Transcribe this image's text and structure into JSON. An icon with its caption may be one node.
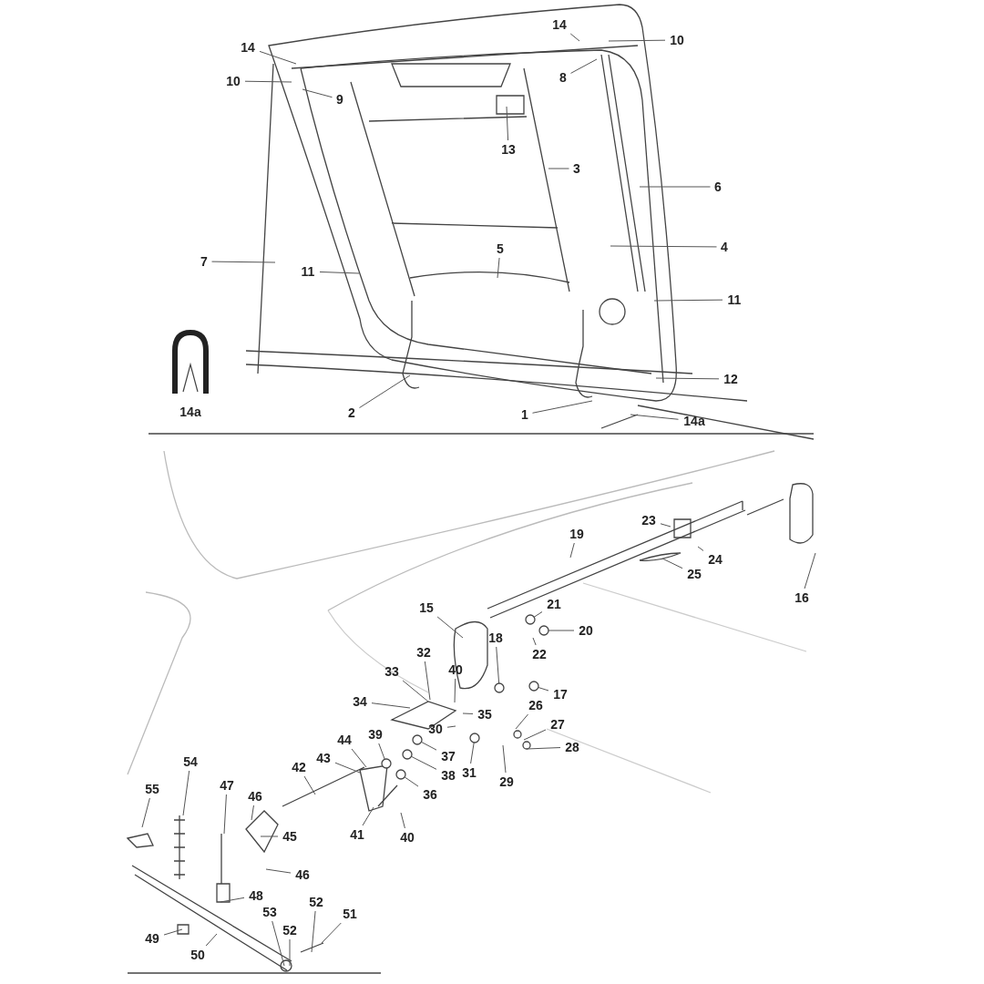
{
  "diagram": {
    "nodes": [
      {
        "text": [
          "14"
        ]
      },
      {
        "text": [
          "14"
        ]
      },
      {
        "text": [
          "10"
        ]
      },
      {
        "text": [
          "8"
        ]
      },
      {
        "text": [
          "10"
        ]
      },
      {
        "text": [
          "9"
        ]
      },
      {
        "text": [
          "13"
        ]
      },
      {
        "text": [
          "3"
        ]
      },
      {
        "text": [
          "6"
        ]
      },
      {
        "text": [
          "4"
        ]
      },
      {
        "text": [
          "5"
        ]
      },
      {
        "text": [
          "7"
        ]
      },
      {
        "text": [
          "11"
        ]
      },
      {
        "text": [
          "11"
        ]
      },
      {
        "text": [
          "12"
        ]
      },
      {
        "text": [
          "2"
        ]
      },
      {
        "text": [
          "1"
        ]
      },
      {
        "text": [
          "14a"
        ]
      },
      {
        "text": [
          "19"
        ]
      },
      {
        "text": [
          "23"
        ]
      },
      {
        "text": [
          "24"
        ]
      },
      {
        "text": [
          "25"
        ]
      },
      {
        "text": [
          "16"
        ]
      },
      {
        "text": [
          "15"
        ]
      },
      {
        "text": [
          "21"
        ]
      },
      {
        "text": [
          "20"
        ]
      },
      {
        "text": [
          "22"
        ]
      },
      {
        "text": [
          "18"
        ]
      },
      {
        "text": [
          "17"
        ]
      },
      {
        "text": [
          "32"
        ]
      },
      {
        "text": [
          "33"
        ]
      },
      {
        "text": [
          "40"
        ]
      },
      {
        "text": [
          "34"
        ]
      },
      {
        "text": [
          "35"
        ]
      },
      {
        "text": [
          "26"
        ]
      },
      {
        "text": [
          "27"
        ]
      },
      {
        "text": [
          "30"
        ]
      },
      {
        "text": [
          "37"
        ]
      },
      {
        "text": [
          "28"
        ]
      },
      {
        "text": [
          "31"
        ]
      },
      {
        "text": [
          "29"
        ]
      },
      {
        "text": [
          "38"
        ]
      },
      {
        "text": [
          "39"
        ]
      },
      {
        "text": [
          "36"
        ]
      },
      {
        "text": [
          "44"
        ]
      },
      {
        "text": [
          "43"
        ]
      },
      {
        "text": [
          "42"
        ]
      },
      {
        "text": [
          "40"
        ]
      },
      {
        "text": [
          "41"
        ]
      },
      {
        "text": [
          "46"
        ]
      },
      {
        "text": [
          "45"
        ]
      },
      {
        "text": [
          "46"
        ]
      },
      {
        "text": [
          "47"
        ]
      },
      {
        "text": [
          "54"
        ]
      },
      {
        "text": [
          "55"
        ]
      },
      {
        "text": [
          "48"
        ]
      },
      {
        "text": [
          "49"
        ]
      },
      {
        "text": [
          "50"
        ]
      },
      {
        "text": [
          "53"
        ]
      },
      {
        "text": [
          "52"
        ]
      },
      {
        "text": [
          "52"
        ]
      },
      {
        "text": [
          "51"
        ]
      },
      {
        "text": [],
        "shape": "circle"
      },
      {
        "text": [],
        "shape": "circle"
      },
      {
        "text": [],
        "shape": "circle"
      },
      {
        "text": [],
        "shape": "circle"
      },
      {
        "text": [],
        "shape": "circle"
      },
      {
        "text": [],
        "shape": "circle"
      },
      {
        "text": [],
        "shape": "circle"
      },
      {
        "text": [],
        "shape": "circle"
      },
      {
        "text": [],
        "shape": "circle"
      }
    ],
    "edges": [
      {
        "from": 0,
        "to": null,
        "arrow": "none"
      },
      {
        "from": 1,
        "to": null,
        "arrow": "none"
      },
      {
        "from": 2,
        "to": null,
        "arrow": "none"
      },
      {
        "from": 3,
        "to": null,
        "arrow": "none"
      },
      {
        "from": 4,
        "to": null,
        "arrow": "none"
      },
      {
        "from": 5,
        "to": null,
        "arrow": "none"
      },
      {
        "from": 6,
        "to": null,
        "arrow": "none"
      },
      {
        "from": 7,
        "to": null,
        "arrow": "none"
      },
      {
        "from": 8,
        "to": null,
        "arrow": "none"
      },
      {
        "from": 9,
        "to": null,
        "arrow": "none"
      },
      {
        "from": 10,
        "to": null,
        "arrow": "none"
      },
      {
        "from": 11,
        "to": null,
        "arrow": "none"
      },
      {
        "from": 12,
        "to": null,
        "arrow": "none"
      },
      {
        "from": 13,
        "to": null,
        "arrow": "none"
      },
      {
        "from": 14,
        "to": null,
        "arrow": "none"
      },
      {
        "from": 15,
        "to": null,
        "arrow": "none"
      },
      {
        "from": 16,
        "to": null,
        "arrow": "none"
      },
      {
        "from": 17,
        "to": null,
        "arrow": "none"
      },
      {
        "from": 18,
        "to": null,
        "arrow": "none"
      },
      {
        "from": 19,
        "to": null,
        "arrow": "none"
      },
      {
        "from": 20,
        "to": null,
        "arrow": "none"
      },
      {
        "from": 21,
        "to": null,
        "arrow": "none"
      },
      {
        "from": 22,
        "to": null,
        "arrow": "none"
      },
      {
        "from": 23,
        "to": null,
        "arrow": "none"
      },
      {
        "from": 24,
        "to": 69,
        "arrow": "none"
      },
      {
        "from": 25,
        "to": 62,
        "arrow": "none"
      },
      {
        "from": 26,
        "to": null,
        "arrow": "none"
      },
      {
        "from": 27,
        "to": 63,
        "arrow": "none"
      },
      {
        "from": 28,
        "to": 64,
        "arrow": "none"
      },
      {
        "from": 29,
        "to": null,
        "arrow": "none"
      },
      {
        "from": 30,
        "to": null,
        "arrow": "none"
      },
      {
        "from": 31,
        "to": null,
        "arrow": "none"
      },
      {
        "from": 32,
        "to": null,
        "arrow": "none"
      },
      {
        "from": 33,
        "to": null,
        "arrow": "none"
      },
      {
        "from": 34,
        "to": null,
        "arrow": "none"
      },
      {
        "from": 35,
        "to": null,
        "arrow": "none"
      },
      {
        "from": 36,
        "to": null,
        "arrow": "none"
      },
      {
        "from": 37,
        "to": 66,
        "arrow": "none"
      },
      {
        "from": 38,
        "to": null,
        "arrow": "none"
      },
      {
        "from": 39,
        "to": 70,
        "arrow": "none"
      },
      {
        "from": 40,
        "to": null,
        "arrow": "none"
      },
      {
        "from": 41,
        "to": 65,
        "arrow": "none"
      },
      {
        "from": 42,
        "to": 68,
        "arrow": "none"
      },
      {
        "from": 43,
        "to": 67,
        "arrow": "none"
      },
      {
        "from": 44,
        "to": null,
        "arrow": "none"
      },
      {
        "from": 45,
        "to": null,
        "arrow": "none"
      },
      {
        "from": 46,
        "to": null,
        "arrow": "none"
      },
      {
        "from": 47,
        "to": null,
        "arrow": "none"
      },
      {
        "from": 48,
        "to": null,
        "arrow": "none"
      },
      {
        "from": 49,
        "to": null,
        "arrow": "none"
      },
      {
        "from": 50,
        "to": null,
        "arrow": "none"
      },
      {
        "from": 51,
        "to": null,
        "arrow": "none"
      },
      {
        "from": 52,
        "to": null,
        "arrow": "none"
      },
      {
        "from": 53,
        "to": null,
        "arrow": "none"
      },
      {
        "from": 54,
        "to": null,
        "arrow": "none"
      },
      {
        "from": 55,
        "to": null,
        "arrow": "none"
      },
      {
        "from": 56,
        "to": null,
        "arrow": "none"
      },
      {
        "from": 57,
        "to": null,
        "arrow": "none"
      },
      {
        "from": 58,
        "to": null,
        "arrow": "none"
      },
      {
        "from": 59,
        "to": null,
        "arrow": "none"
      },
      {
        "from": 60,
        "to": null,
        "arrow": "none"
      },
      {
        "from": 61,
        "to": null,
        "arrow": "none"
      }
    ],
    "labels": [
      "14a"
    ]
  }
}
